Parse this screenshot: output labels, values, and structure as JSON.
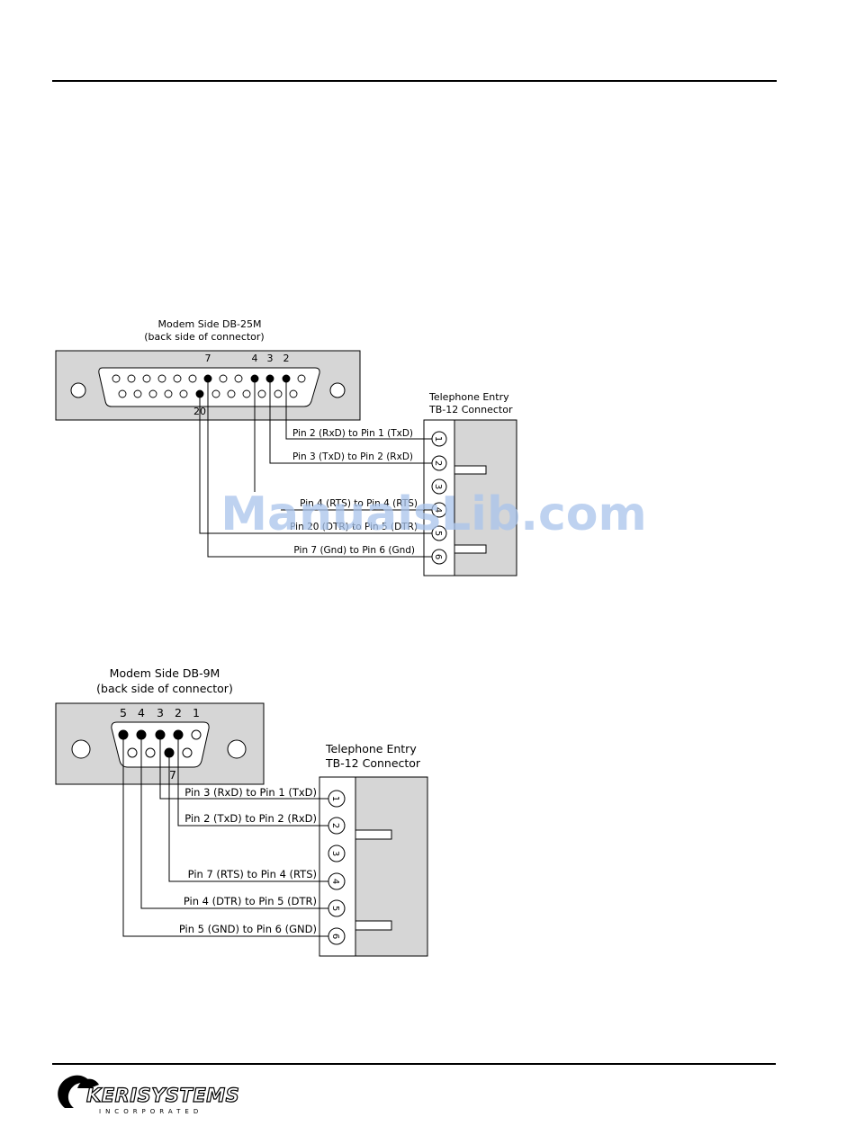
{
  "diagram1": {
    "title_line1": "Modem Side DB-25M",
    "title_line2": "(back side of connector)",
    "pin_labels": {
      "p7": "7",
      "p4": "4",
      "p3": "3",
      "p2": "2",
      "p20": "20"
    },
    "terminal_title_line1": "Telephone Entry",
    "terminal_title_line2": "TB-12 Connector",
    "terminals": [
      "1",
      "2",
      "3",
      "4",
      "5",
      "6"
    ],
    "wires": {
      "w1": "Pin 2 (RxD) to Pin 1 (TxD)",
      "w2": "Pin 3 (TxD) to Pin 2 (RxD)",
      "w3": "Pin 4 (RTS) to Pin 4 (RTS)",
      "w4": "Pin 20 (DTR) to Pin 5 (DTR)",
      "w5": "Pin 7 (Gnd) to Pin 6 (Gnd)"
    }
  },
  "diagram2": {
    "title_line1": "Modem Side DB-9M",
    "title_line2": "(back side of connector)",
    "pin_labels": {
      "p5": "5",
      "p4": "4",
      "p3": "3",
      "p2": "2",
      "p1": "1",
      "p7": "7"
    },
    "terminal_title_line1": "Telephone Entry",
    "terminal_title_line2": "TB-12 Connector",
    "terminals": [
      "1",
      "2",
      "3",
      "4",
      "5",
      "6"
    ],
    "wires": {
      "w1": "Pin 3 (RxD) to Pin 1 (TxD)",
      "w2": "Pin 2 (TxD) to Pin 2 (RxD)",
      "w3": "Pin 7 (RTS) to Pin 4 (RTS)",
      "w4": "Pin 4 (DTR) to Pin 5 (DTR)",
      "w5": "Pin 5 (GND) to Pin 6 (GND)"
    }
  },
  "watermark": "ManualsLib.com",
  "footer": {
    "logo_text": "KERISYSTEMS",
    "logo_subtext": "INCORPORATED"
  }
}
